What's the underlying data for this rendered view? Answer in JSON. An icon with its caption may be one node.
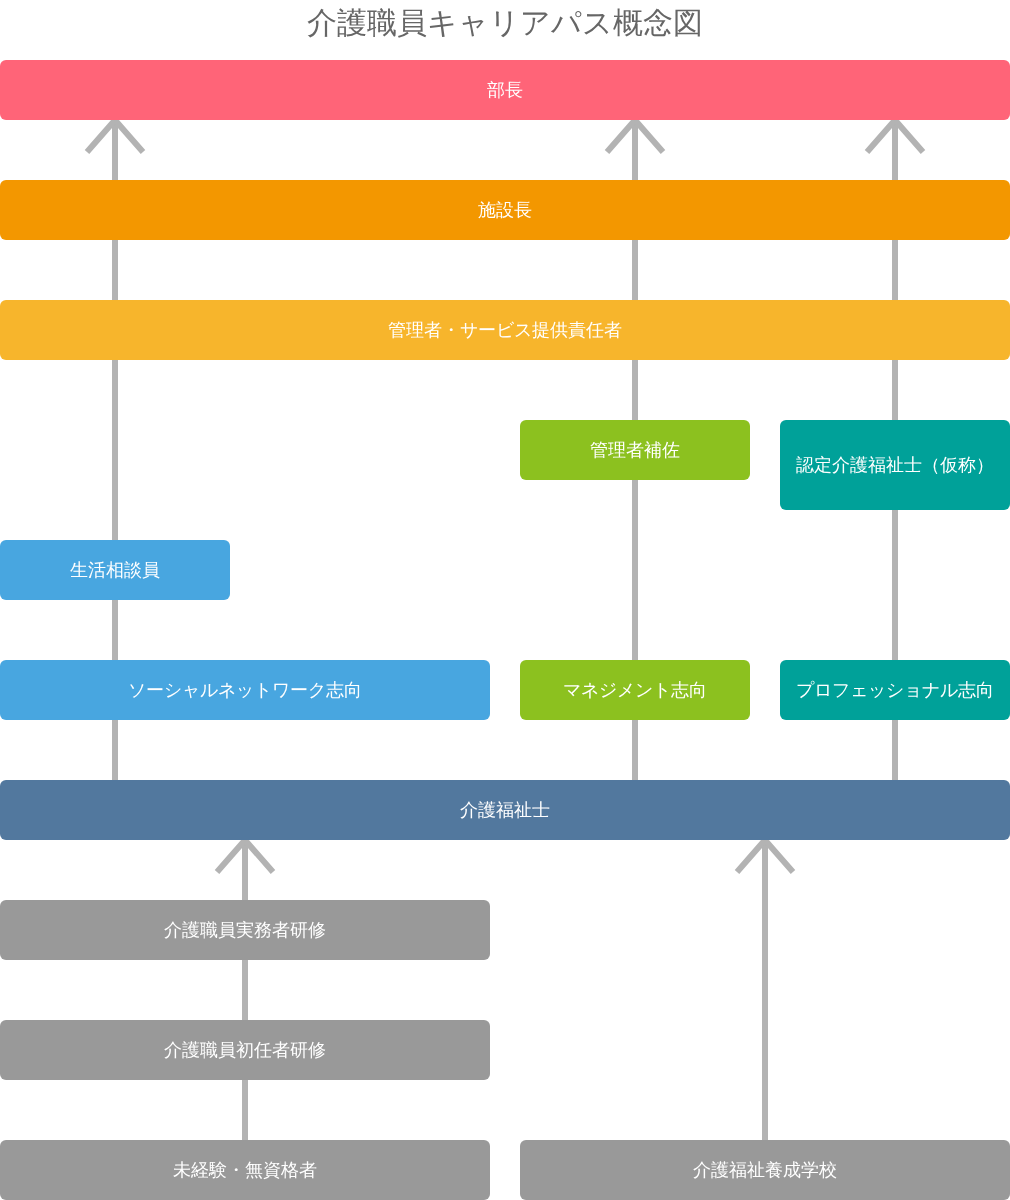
{
  "diagram": {
    "title": "介護職員キャリアパス概念図",
    "nodes": [
      {
        "text": [
          "部長"
        ]
      },
      {
        "text": [
          "施設長"
        ]
      },
      {
        "text": [
          "管理者・サービス提供責任者"
        ]
      },
      {
        "text": [
          "管理者補佐"
        ]
      },
      {
        "text": [
          "認定介護福祉士（仮称）"
        ]
      },
      {
        "text": [
          "生活相談員"
        ]
      },
      {
        "text": [
          "ソーシャルネットワーク志向"
        ]
      },
      {
        "text": [
          "マネジメント志向"
        ]
      },
      {
        "text": [
          "プロフェッショナル志向"
        ]
      },
      {
        "text": [
          "介護福祉士"
        ]
      },
      {
        "text": [
          "介護職員実務者研修"
        ]
      },
      {
        "text": [
          "介護職員初任者研修"
        ]
      },
      {
        "text": [
          "未経験・無資格者"
        ]
      },
      {
        "text": [
          "介護福祉養成学校"
        ]
      }
    ],
    "edges": [
      {
        "from": 9,
        "to": 6,
        "arrow": "none"
      },
      {
        "from": 6,
        "to": 5,
        "arrow": "none"
      },
      {
        "from": 5,
        "to": 2,
        "arrow": "none"
      },
      {
        "from": 2,
        "to": 1,
        "arrow": "none"
      },
      {
        "from": 1,
        "to": 0,
        "arrow": "to"
      },
      {
        "from": 9,
        "to": 7,
        "arrow": "none"
      },
      {
        "from": 7,
        "to": 3,
        "arrow": "none"
      },
      {
        "from": 3,
        "to": 2,
        "arrow": "none"
      },
      {
        "from": 2,
        "to": 1,
        "arrow": "none"
      },
      {
        "from": 1,
        "to": 0,
        "arrow": "to"
      },
      {
        "from": 9,
        "to": 8,
        "arrow": "none"
      },
      {
        "from": 8,
        "to": 4,
        "arrow": "none"
      },
      {
        "from": 4,
        "to": 2,
        "arrow": "none"
      },
      {
        "from": 2,
        "to": 1,
        "arrow": "none"
      },
      {
        "from": 1,
        "to": 0,
        "arrow": "to"
      },
      {
        "from": 12,
        "to": 11,
        "arrow": "none"
      },
      {
        "from": 11,
        "to": 10,
        "arrow": "none"
      },
      {
        "from": 10,
        "to": 9,
        "arrow": "to"
      },
      {
        "from": 13,
        "to": 9,
        "arrow": "to"
      }
    ]
  }
}
